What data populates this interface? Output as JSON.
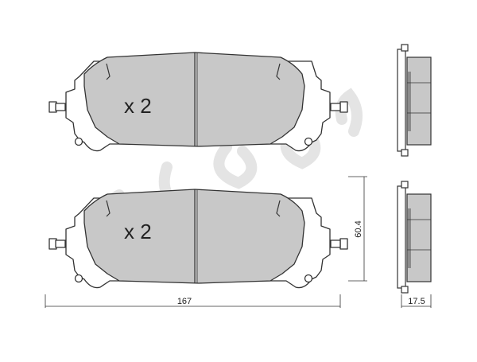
{
  "labels": {
    "top_quantity": "x 2",
    "bottom_quantity": "x 2",
    "dim_height": "60.4",
    "dim_width": "167",
    "dim_thickness": "17.5"
  }
}
